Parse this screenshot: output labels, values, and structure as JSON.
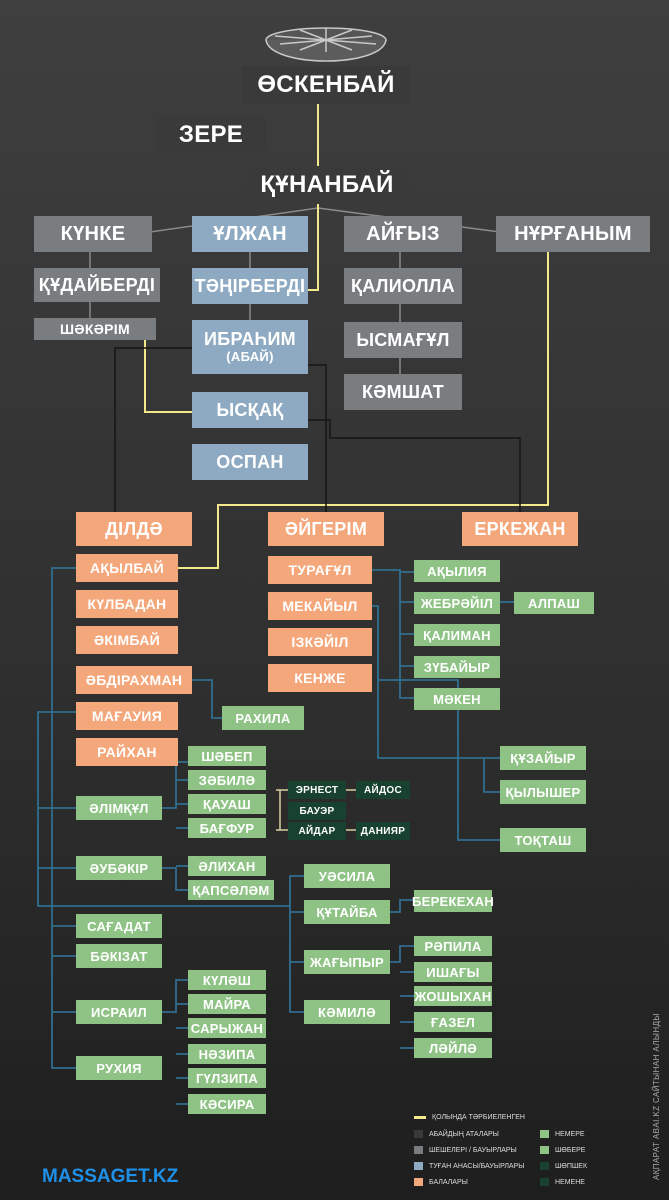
{
  "root": "ӨСКЕНБАЙ",
  "zere": "ЗЕРЕ",
  "kunanbai": "ҚҰНАНБАЙ",
  "wives": {
    "kunke": "КҮНКЕ",
    "ulzhan": "ҰЛЖАН",
    "aiyz": "АЙҒЫЗ",
    "nurganym": "НҰРҒАНЫМ"
  },
  "kunke_children": [
    "ҚҰДАЙБЕРДІ",
    "ШӘКӘРІМ"
  ],
  "ulzhan_children": {
    "tanirberdi": "ТӘҢІРБЕРДІ",
    "ibrahim": "ИБРАҺИМ",
    "abai": "(АБАЙ)",
    "yskak": "ЫСҚАҚ",
    "ospan": "ОСПАН"
  },
  "aiyz_children": [
    "ҚАЛИОЛЛА",
    "ЫСМАҒҰЛ",
    "КӘМШАТ"
  ],
  "abai_wives": {
    "dilda": "ДІЛДӘ",
    "aigerim": "ӘЙГЕРІМ",
    "erkezhan": "ЕРКЕЖАН"
  },
  "dilda_children": [
    "АҚЫЛБАЙ",
    "КҮЛБАДАН",
    "ӘКІМБАЙ",
    "ӘБДІРАХМАН",
    "МАҒАУИЯ",
    "РАЙХАН"
  ],
  "aigerim_children": [
    "ТУРАҒҰЛ",
    "МЕКАЙЫЛ",
    "ІЗКӘЙІЛ",
    "КЕНЖЕ"
  ],
  "turagul_children": [
    "АҚЫЛИЯ",
    "ЖЕБРӘЙІЛ",
    "ҚАЛИМАН",
    "ЗҮБАЙЫР",
    "МӘКЕН"
  ],
  "alpash": "АЛПАШ",
  "mekaiyl_children": [
    "ҚҰЗАЙЫР",
    "ҚЫЛЫШЕР",
    "ТОҚТАШ"
  ],
  "rakhila": "РАХИЛА",
  "grandchildren": {
    "alimkul": "ӘЛІМҚҰЛ",
    "aubakir": "ӘУБӘКІР",
    "sagadat": "САҒАДАТ",
    "bakizat": "БӘКІЗАТ",
    "israil": "ИСРАИЛ",
    "rukhiya": "РУХИЯ"
  },
  "alimkul_children": [
    "ШӘБЕП",
    "ЗӘБИЛӘ",
    "ҚАУАШ",
    "БАҒФУР"
  ],
  "great_great": {
    "ernest": "ЭРНЕСТ",
    "aidos": "АЙДОС",
    "bauyr": "БАУЭР",
    "aidar": "АЙДАР",
    "daniyar": "ДАНИЯР"
  },
  "aubakir_children": [
    "ӘЛИХАН",
    "ҚАПСӘЛӘМ"
  ],
  "israil_children": [
    "КҮЛӘШ",
    "МАЙРА",
    "САРЫЖАН",
    "НӘЗИПА",
    "ГҮЛЗИПА",
    "КӘСИРА"
  ],
  "turagul_grand": {
    "ausila": "УӘСИЛА",
    "kutaiba": "ҚҰТАЙБА",
    "zhagypyr": "ЖАҒЫПЫР",
    "kamila": "КӘМИЛӘ",
    "berekekhan": "БЕРЕКЕХАН"
  },
  "zhagypyr_children": [
    "РӘПИЛА",
    "ИШАҒЫ",
    "ЖОШЫХАН",
    "ҒАЗЕЛ",
    "ЛӘЙЛӘ"
  ],
  "legend": {
    "raised": "ҚОЛЫНДА ТӘРБИЕЛЕНГЕН",
    "ancestors": "АБАЙДЫҢ АТАЛАРЫ",
    "step_mothers": "ШЕШЕЛЕРІ / БАУЫРЛАРЫ",
    "mother": "ТУҒАН АНАСЫ/БАУЫРЛАРЫ",
    "children": "БАЛАЛАРЫ",
    "grandchildren": "НЕМЕРЕ",
    "great_grand": "ШӨБЕРЕ",
    "great_great": "ШӨПШЕК",
    "fifth": "НЕМЕНЕ"
  },
  "colors": {
    "ancestors": "#3a3a3a",
    "step_mothers": "#7a7d80",
    "mother": "#8eaac2",
    "children": "#f4a77a",
    "grandchildren": "#8fc386",
    "great_great": "#18412f",
    "raised_line": "#f3e88a"
  },
  "logo": "MASSAGET.KZ",
  "source": "АҚПАРАТ ABAI.KZ САЙТЫНАН АЛЫНДЫ"
}
